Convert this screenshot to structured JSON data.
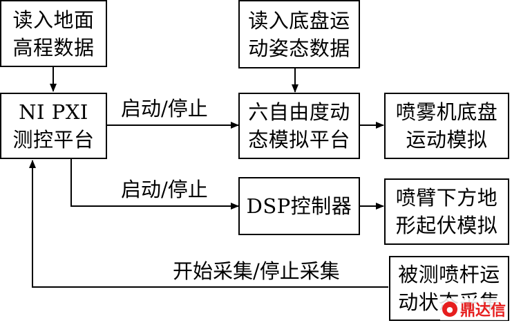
{
  "nodes": {
    "read_ground": "读入地面\n高程数据",
    "read_chassis": "读入底盘运\n动姿态数据",
    "ni_pxi": "NI PXI\n测控平台",
    "six_dof": "六自由度动\n态模拟平台",
    "sprayer_sim": "喷雾机底盘\n运动模拟",
    "dsp": "DSP控制器",
    "boom_terrain": "喷臂下方地\n形起伏模拟",
    "boom_measure": "被测喷杆运\n动状态采集"
  },
  "edges": {
    "start_stop_top": "启动/停止",
    "start_stop_mid": "启动/停止",
    "acquire": "开始采集/停止采集"
  },
  "watermark": {
    "text": "鼎达信",
    "color": "#e61e1e"
  }
}
